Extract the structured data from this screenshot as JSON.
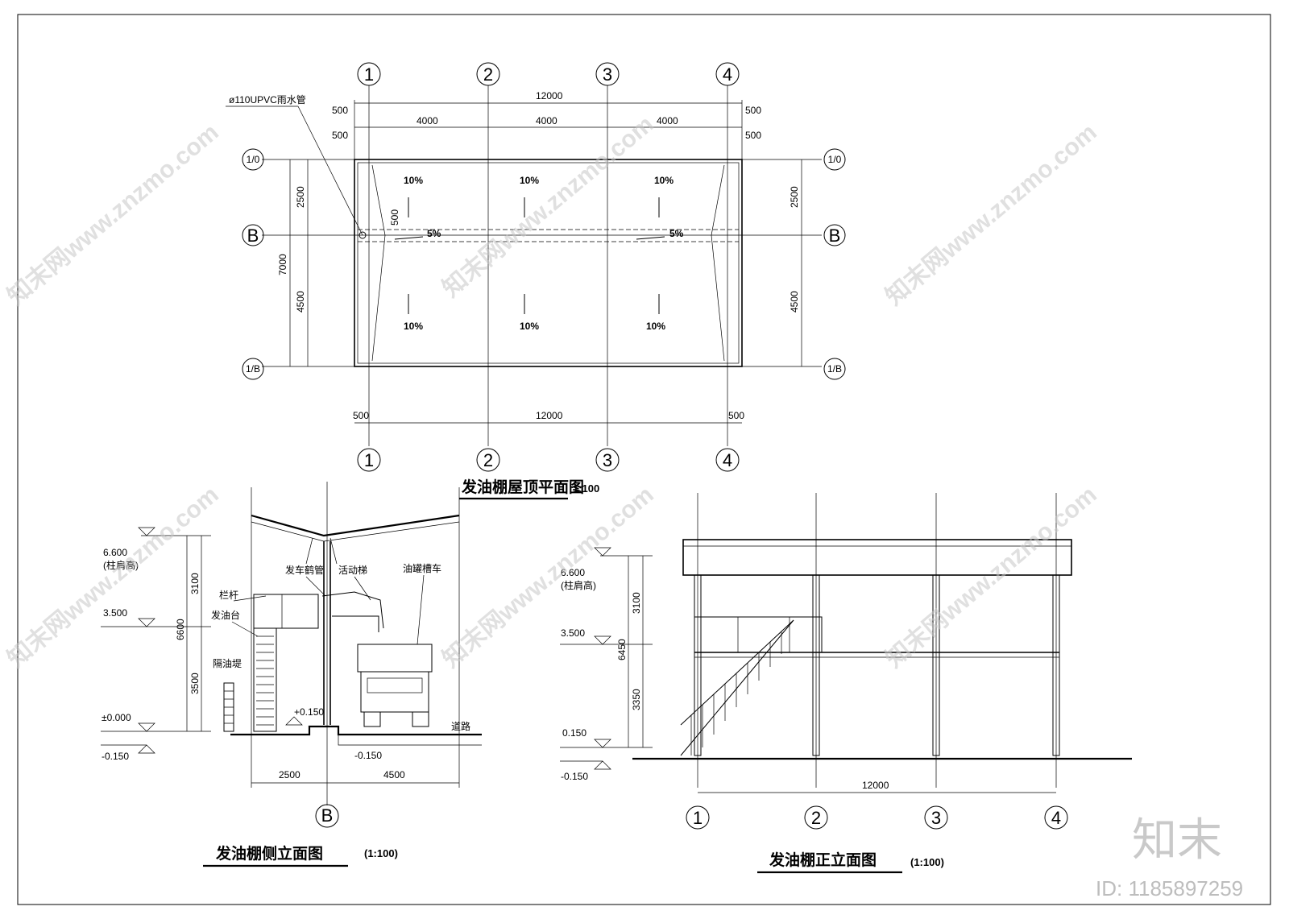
{
  "roof_plan": {
    "title": "发油棚屋顶平面图",
    "scale": "1:100",
    "axes": [
      "1",
      "2",
      "3",
      "4"
    ],
    "row_axes": {
      "top": "1/0",
      "mid": "B",
      "bottom": "1/B"
    },
    "top_dims": {
      "total": "12000",
      "bays": [
        "4000",
        "4000",
        "4000"
      ],
      "overhang": "500"
    },
    "bottom_dims": {
      "total": "12000",
      "overhang": "500"
    },
    "side_dims": {
      "upper": "2500",
      "lower": "4500",
      "total": "7000",
      "gutter": "500"
    },
    "slopes": {
      "roof": "10%",
      "gutter": "5%"
    },
    "pipe_note": "ø110UPVC雨水管"
  },
  "side_elev": {
    "title": "发油棚侧立面图",
    "scale": "(1:100)",
    "levels": {
      "top": "6.600",
      "top_note": "(柱肩高)",
      "mid": "3.500",
      "zero": "±0.000",
      "low": "-0.150",
      "curb": "+0.150",
      "road_low": "-0.150"
    },
    "vert_dims": {
      "upper": "3100",
      "lower": "3500",
      "total": "6600"
    },
    "horiz_dims": [
      "2500",
      "4500"
    ],
    "axis": "B",
    "labels": {
      "rail": "栏杆",
      "platform": "发油台",
      "arm": "发车鹤管",
      "ladder": "活动梯",
      "truck": "油罐槽车",
      "dike": "隔油堤",
      "road": "道路"
    }
  },
  "front_elev": {
    "title": "发油棚正立面图",
    "scale": "(1:100)",
    "levels": {
      "top": "6.600",
      "top_note": "(柱肩高)",
      "mid": "3.500",
      "low1": "0.150",
      "low2": "-0.150"
    },
    "vert_dims": {
      "upper": "3100",
      "lower": "3350",
      "total": "6450"
    },
    "horiz_dim": "12000",
    "axes": [
      "1",
      "2",
      "3",
      "4"
    ]
  },
  "branding": {
    "logo": "知末",
    "id": "ID: 1185897259",
    "watermark": "知末网www.znzmo.com"
  }
}
